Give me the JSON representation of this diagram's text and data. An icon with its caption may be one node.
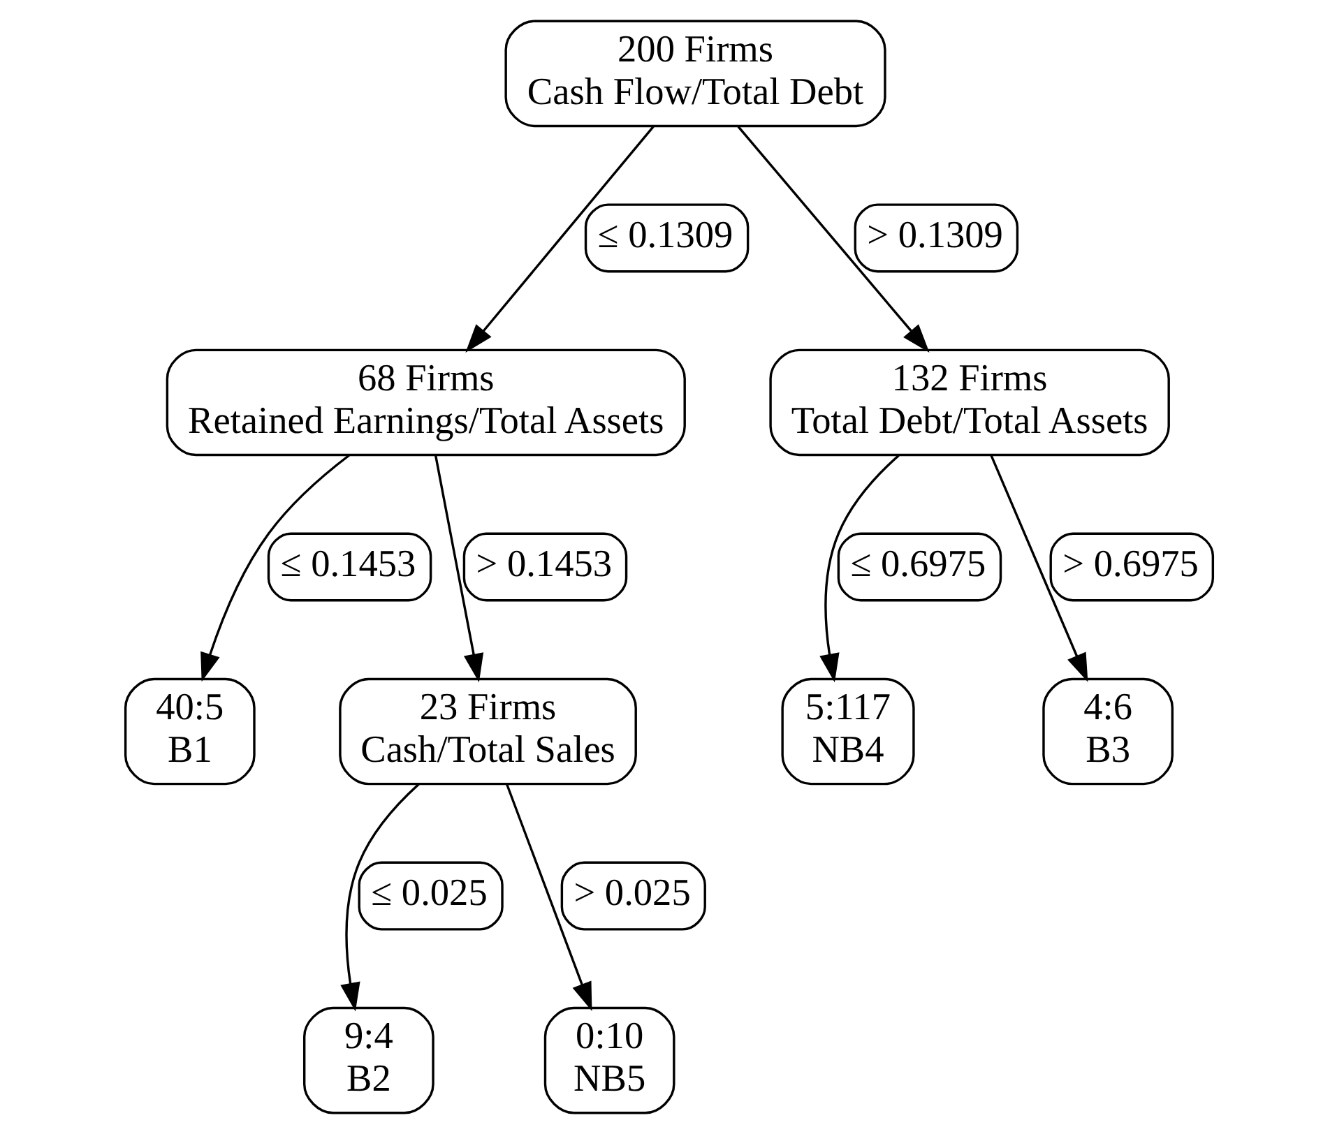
{
  "diagram": {
    "nodes": [
      {
        "text": [
          "200 Firms",
          "Cash Flow/Total Debt"
        ]
      },
      {
        "text": [
          "68 Firms",
          "Retained Earnings/Total Assets"
        ]
      },
      {
        "text": [
          "132 Firms",
          "Total Debt/Total Assets"
        ]
      },
      {
        "text": [
          "40:5",
          "B1"
        ]
      },
      {
        "text": [
          "23 Firms",
          "Cash/Total Sales"
        ]
      },
      {
        "text": [
          "5:117",
          "NB4"
        ]
      },
      {
        "text": [
          "4:6",
          "B3"
        ]
      },
      {
        "text": [
          "9:4",
          "B2"
        ]
      },
      {
        "text": [
          "0:10",
          "NB5"
        ]
      }
    ],
    "edges": [
      {
        "from": 0,
        "to": 1,
        "arrow": "to",
        "label": "≤ 0.1309"
      },
      {
        "from": 0,
        "to": 2,
        "arrow": "to",
        "label": "> 0.1309"
      },
      {
        "from": 1,
        "to": 3,
        "arrow": "to",
        "label": "≤ 0.1453"
      },
      {
        "from": 1,
        "to": 4,
        "arrow": "to",
        "label": "> 0.1453"
      },
      {
        "from": 2,
        "to": 5,
        "arrow": "to",
        "label": "≤ 0.6975"
      },
      {
        "from": 2,
        "to": 6,
        "arrow": "to",
        "label": "> 0.6975"
      },
      {
        "from": 4,
        "to": 7,
        "arrow": "to",
        "label": "≤ 0.025"
      },
      {
        "from": 4,
        "to": 8,
        "arrow": "to",
        "label": "> 0.025"
      }
    ]
  }
}
